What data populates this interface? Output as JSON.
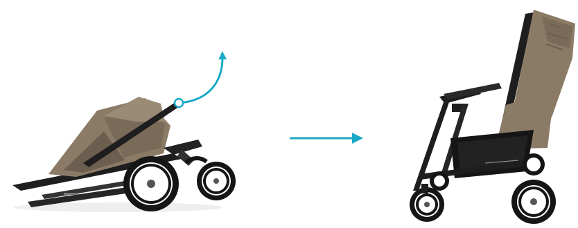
{
  "caption_text": "",
  "colors": {
    "accent": "#1aa9c6",
    "fabric": "#8b7a66",
    "fabric_dark": "#6d5f50",
    "frame": "#1e1e1e",
    "tire": "#151515",
    "rim": "#c9c9c9"
  },
  "scene": {
    "left_illustration": "folded-stroller",
    "right_illustration": "unfolded-stroller",
    "transition_indicator": "right-arrow"
  }
}
